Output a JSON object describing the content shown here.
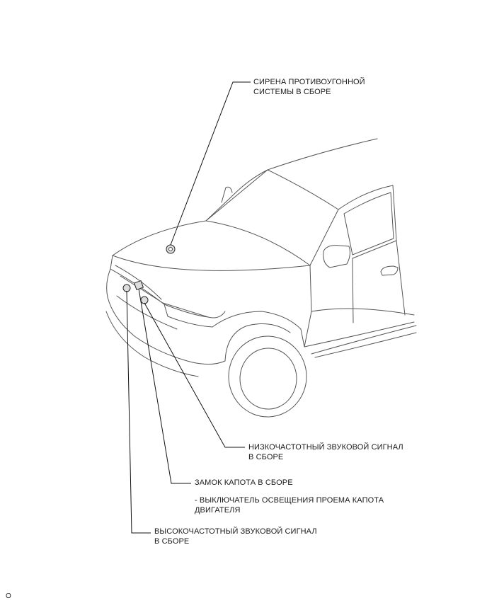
{
  "labels": {
    "siren_line1": "СИРЕНА ПРОТИВОУГОННОЙ",
    "siren_line2": "СИСТЕМЫ В СБОРЕ",
    "low_horn_line1": "НИЗКОЧАСТОТНЫЙ ЗВУКОВОЙ СИГНАЛ",
    "low_horn_line2": "В СБОРЕ",
    "hood_lock": "ЗАМОК КАПОТА В СБОРЕ",
    "hood_switch_line1": "- ВЫКЛЮЧАТЕЛЬ ОСВЕЩЕНИЯ ПРОЕМА КАПОТА",
    "hood_switch_line2": "ДВИГАТЕЛЯ",
    "high_horn_line1": "ВЫСОКОЧАСТОТНЫЙ ЗВУКОВОЙ СИГНАЛ",
    "high_horn_line2": "В СБОРЕ"
  },
  "figure_code": "O"
}
